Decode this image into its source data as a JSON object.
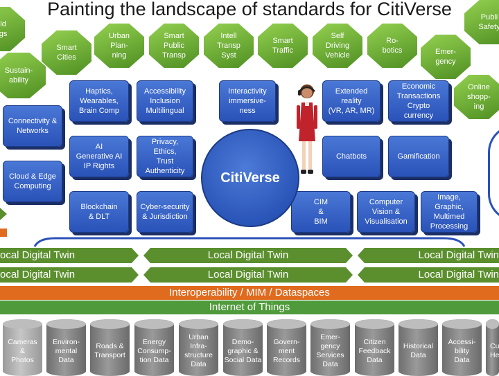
{
  "title": "Painting the landscape of standards for CitiVerse",
  "domains": [
    {
      "id": "safety-top-left",
      "label": "...ld\n...gs"
    },
    {
      "id": "sustainability",
      "label": "Sustain-\nability"
    },
    {
      "id": "smart-cities",
      "label": "Smart\nCities"
    },
    {
      "id": "urban-planning",
      "label": "Urban\nPlan-\nning"
    },
    {
      "id": "smart-public-transp",
      "label": "Smart\nPublic\nTransp"
    },
    {
      "id": "intell-transp-syst",
      "label": "Intell\nTransp\nSyst"
    },
    {
      "id": "smart-traffic",
      "label": "Smart\nTraffic"
    },
    {
      "id": "self-driving-vehicle",
      "label": "Self\nDriving\nVehicle"
    },
    {
      "id": "robotics",
      "label": "Ro-\nbotics"
    },
    {
      "id": "emergency",
      "label": "Emer-\ngency"
    },
    {
      "id": "public-safety",
      "label": "Publi\nSafety"
    },
    {
      "id": "online-shopping",
      "label": "Online\nshopp-\ning"
    }
  ],
  "technologies": [
    {
      "id": "haptics",
      "label": "Haptics,\nWearables,\nBrain Comp"
    },
    {
      "id": "accessibility",
      "label": "Accessibility\nInclusion\nMultilingual"
    },
    {
      "id": "interactivity",
      "label": "Interactivity\nimmersive-\nness"
    },
    {
      "id": "extended-reality",
      "label": "Extended\nreality\n(VR, AR, MR)"
    },
    {
      "id": "economic-transactions",
      "label": "Economic\nTransactions\nCrypto\ncurrency"
    },
    {
      "id": "connectivity",
      "label": "Connectivity &\nNetworks"
    },
    {
      "id": "ai",
      "label": "AI\nGenerative AI\nIP Rights"
    },
    {
      "id": "privacy",
      "label": "Privacy,  Ethics,\nTrust\nAuthenticity"
    },
    {
      "id": "chatbots",
      "label": "Chatbots"
    },
    {
      "id": "gamification",
      "label": "Gamification"
    },
    {
      "id": "cloud-edge",
      "label": "Cloud & Edge\nComputing"
    },
    {
      "id": "blockchain",
      "label": "Blockchain\n& DLT"
    },
    {
      "id": "cybersecurity",
      "label": "Cyber-security\n& Jurisdiction"
    },
    {
      "id": "cim-bim",
      "label": "CIM\n&\nBIM"
    },
    {
      "id": "computer-vision",
      "label": "Computer\nVision &\nVisualisation"
    },
    {
      "id": "image-graphic",
      "label": "Image, Graphic,\nMultimed\nProcessing"
    }
  ],
  "center_label": "CitiVerse",
  "twins": {
    "row1": [
      "ocal Digital Twin",
      "Local Digital Twin",
      "Local Digital Twin"
    ],
    "row2": [
      "ocal Digital Twin",
      "Local Digital Twin",
      "Local Digital Twin"
    ]
  },
  "bands": {
    "interoperability": "Interoperability / MIM / Dataspaces",
    "iot": "Internet of Things"
  },
  "data_sources": [
    {
      "id": "cameras-photos",
      "label": "Cameras\n&\nPhotos"
    },
    {
      "id": "environmental-data",
      "label": "Environ-\nmental\nData"
    },
    {
      "id": "roads-transport",
      "label": "Roads &\nTransport"
    },
    {
      "id": "energy-consumption",
      "label": "Energy\nConsump-\ntion Data"
    },
    {
      "id": "urban-infrastructure",
      "label": "Urban\nInfra-\nstructure\nData"
    },
    {
      "id": "demographic-social",
      "label": "Demo-\ngraphic &\nSocial Data"
    },
    {
      "id": "government-records",
      "label": "Govern-\nment\nRecords"
    },
    {
      "id": "emergency-services",
      "label": "Emer-\ngency\nServices\nData"
    },
    {
      "id": "citizen-feedback",
      "label": "Citizen\nFeedback\nData"
    },
    {
      "id": "historical-data",
      "label": "Historical\nData"
    },
    {
      "id": "accessibility-data",
      "label": "Accessi-\nbility\nData"
    },
    {
      "id": "cut-off-right",
      "label": "Cu\nHe"
    }
  ],
  "colors": {
    "green_oct": "#6aa837",
    "blue_box": "#2f5ec4",
    "twin_green": "#5b8f2e",
    "interop_orange": "#e06b1f",
    "iot_green": "#4f9a3a",
    "cylinder_grey": "#8a8a8a"
  }
}
